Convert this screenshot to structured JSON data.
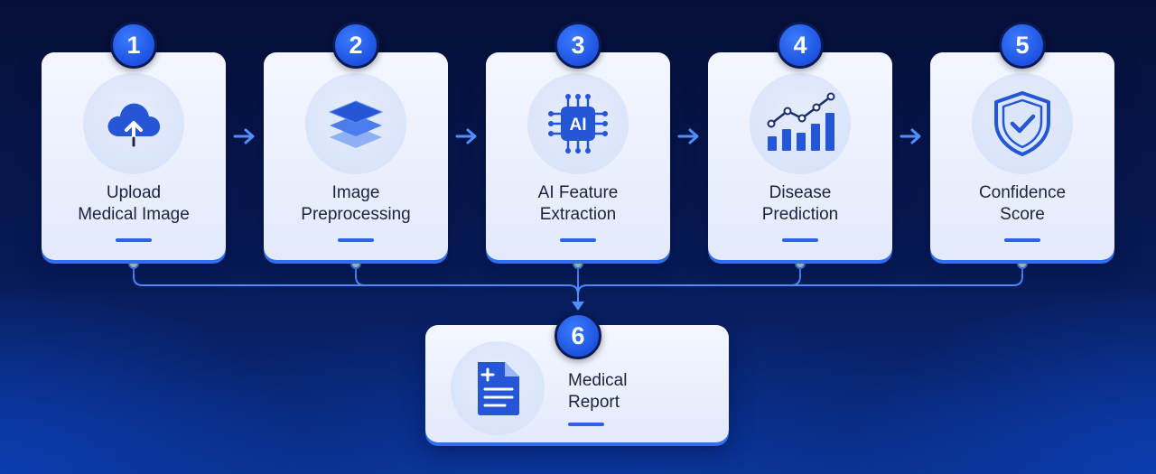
{
  "steps": [
    {
      "number": "1",
      "line1": "Upload",
      "line2": "Medical Image",
      "icon": "cloud-upload-icon"
    },
    {
      "number": "2",
      "line1": "Image",
      "line2": "Preprocessing",
      "icon": "layers-icon"
    },
    {
      "number": "3",
      "line1": "AI Feature",
      "line2": "Extraction",
      "icon": "ai-chip-icon",
      "icon_text": "AI"
    },
    {
      "number": "4",
      "line1": "Disease",
      "line2": "Prediction",
      "icon": "chart-trend-icon"
    },
    {
      "number": "5",
      "line1": "Confidence",
      "line2": "Score",
      "icon": "shield-check-icon"
    }
  ],
  "output": {
    "number": "6",
    "line1": "Medical",
    "line2": "Report",
    "icon": "document-icon"
  },
  "colors": {
    "accent": "#2f62e8",
    "badge": "#1d52e0",
    "connector": "#4f8fff",
    "card": "#eef2fd",
    "text": "#1a2340",
    "background": "#071a55"
  }
}
